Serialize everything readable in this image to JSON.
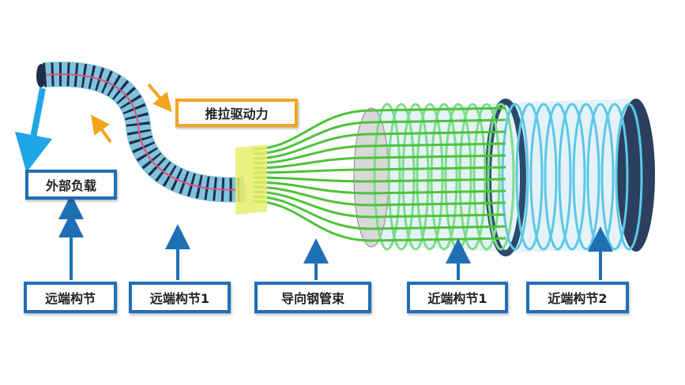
{
  "labels": {
    "push_pull_force": "推拉驱动力",
    "external_load": "外部负载",
    "distal_segment": "远端构节",
    "distal_segment_1": "远端构节1",
    "guide_tube_bundle": "导向钢管束",
    "proximal_segment_1": "近端构节1",
    "proximal_segment_2": "近端构节2"
  },
  "colors": {
    "box_border": "#1f6fb5",
    "force_border": "#f3a51b",
    "arrow": "#1f6fb5",
    "load_arrow": "#1ea6e6",
    "tubes": "#4fc23a",
    "ring": "#5bc8e8"
  }
}
